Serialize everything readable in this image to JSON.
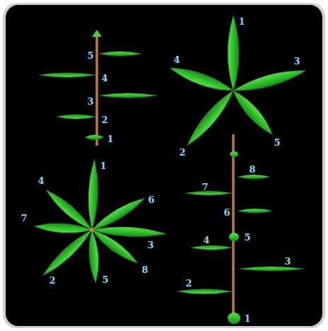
{
  "diagram": {
    "labels": [
      "5",
      "4",
      "3",
      "2",
      "1",
      "1",
      "4",
      "3",
      "2",
      "5",
      "1",
      "4",
      "6",
      "7",
      "3",
      "2",
      "8",
      "5",
      "8",
      "7",
      "6",
      "5",
      "4",
      "3",
      "2",
      "1"
    ]
  }
}
